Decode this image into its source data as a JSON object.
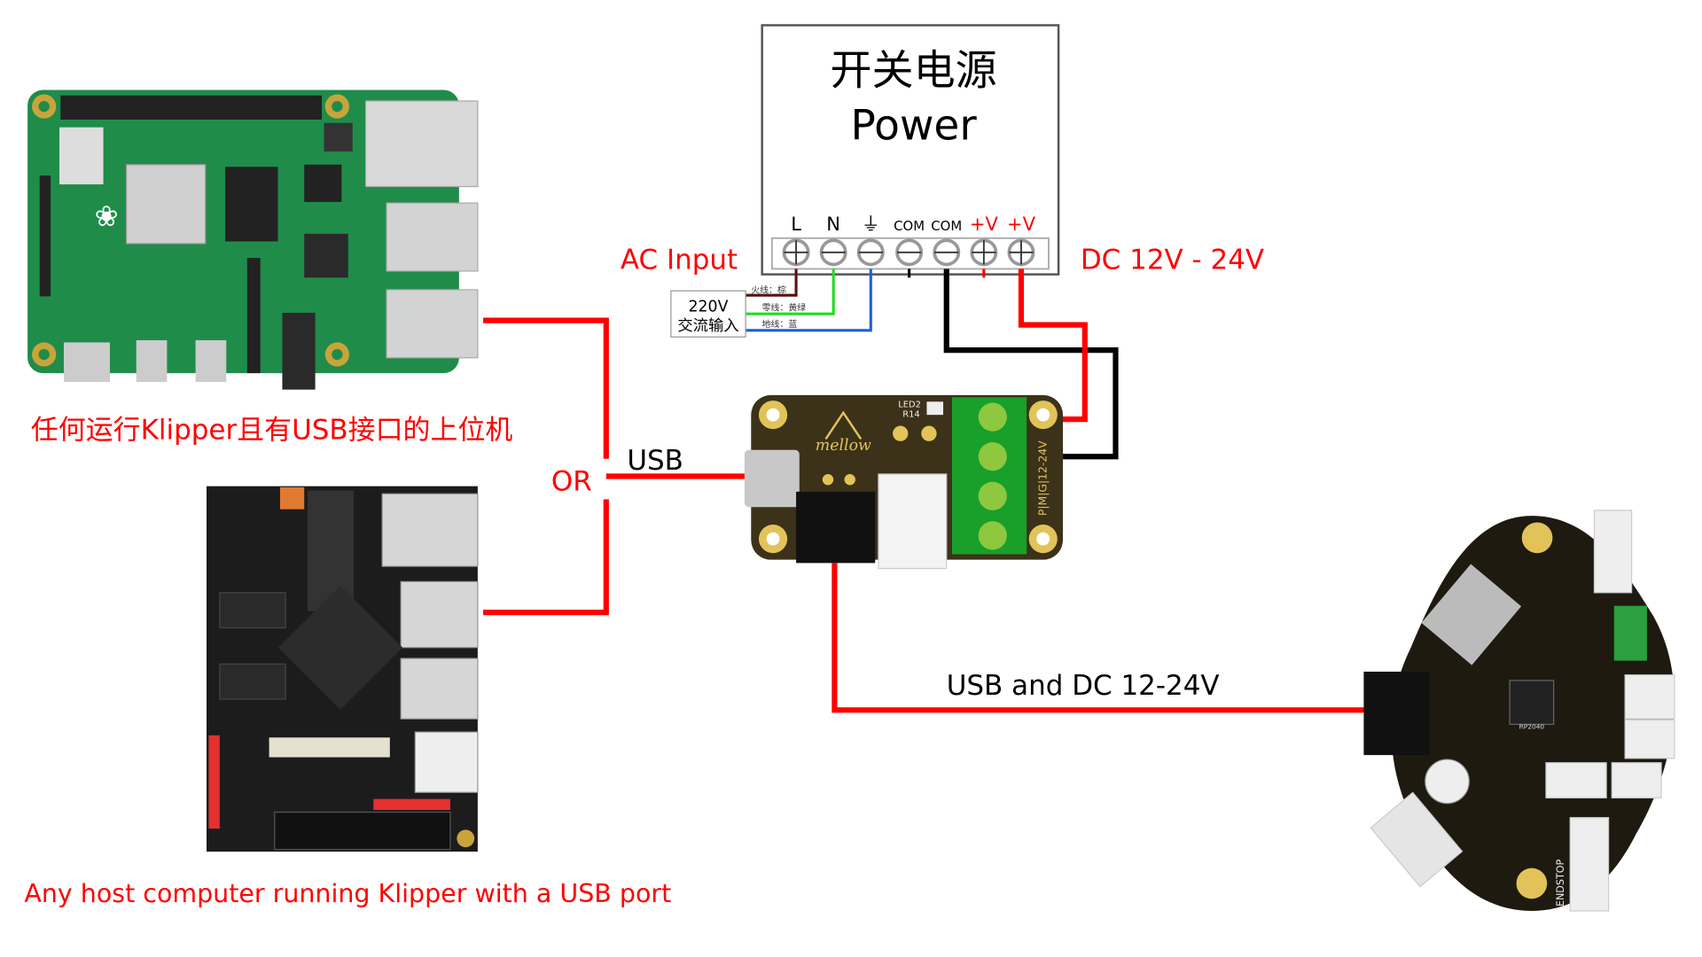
{
  "power_supply": {
    "title_cn": "开关电源",
    "title_en": "Power",
    "terminals": [
      "L",
      "N",
      "⏚",
      "COM",
      "COM",
      "+V",
      "+V"
    ],
    "ac_label": "AC Input",
    "dc_label": "DC 12V - 24V",
    "ac_box": {
      "line1": "220V",
      "line2": "交流输入"
    },
    "wire_labels": [
      "火线：棕",
      "零线：黄绿",
      "地线：蓝"
    ]
  },
  "hosts": {
    "label_cn": "任何运行Klipper且有USB接口的上位机",
    "label_en": "Any host computer running Klipper with a USB port",
    "or_label": "OR"
  },
  "adapter": {
    "usb_label": "USB",
    "logo_text": "mellow",
    "silk_led": "LED2",
    "silk_r": "R14",
    "terminal_silk": "P|M|G|12-24V"
  },
  "toolboard": {
    "cable_label": "USB and DC 12-24V",
    "chip_text": "RP2040",
    "silk_endstop": "ENDSTOP"
  },
  "colors": {
    "wire_red": "#ff0000",
    "wire_black": "#000000",
    "wire_brown": "#5a1010",
    "wire_green": "#22dd22",
    "wire_blue": "#1e5be6",
    "rpi_green": "#1f8c4a",
    "pcb_dark": "#3b3219"
  }
}
